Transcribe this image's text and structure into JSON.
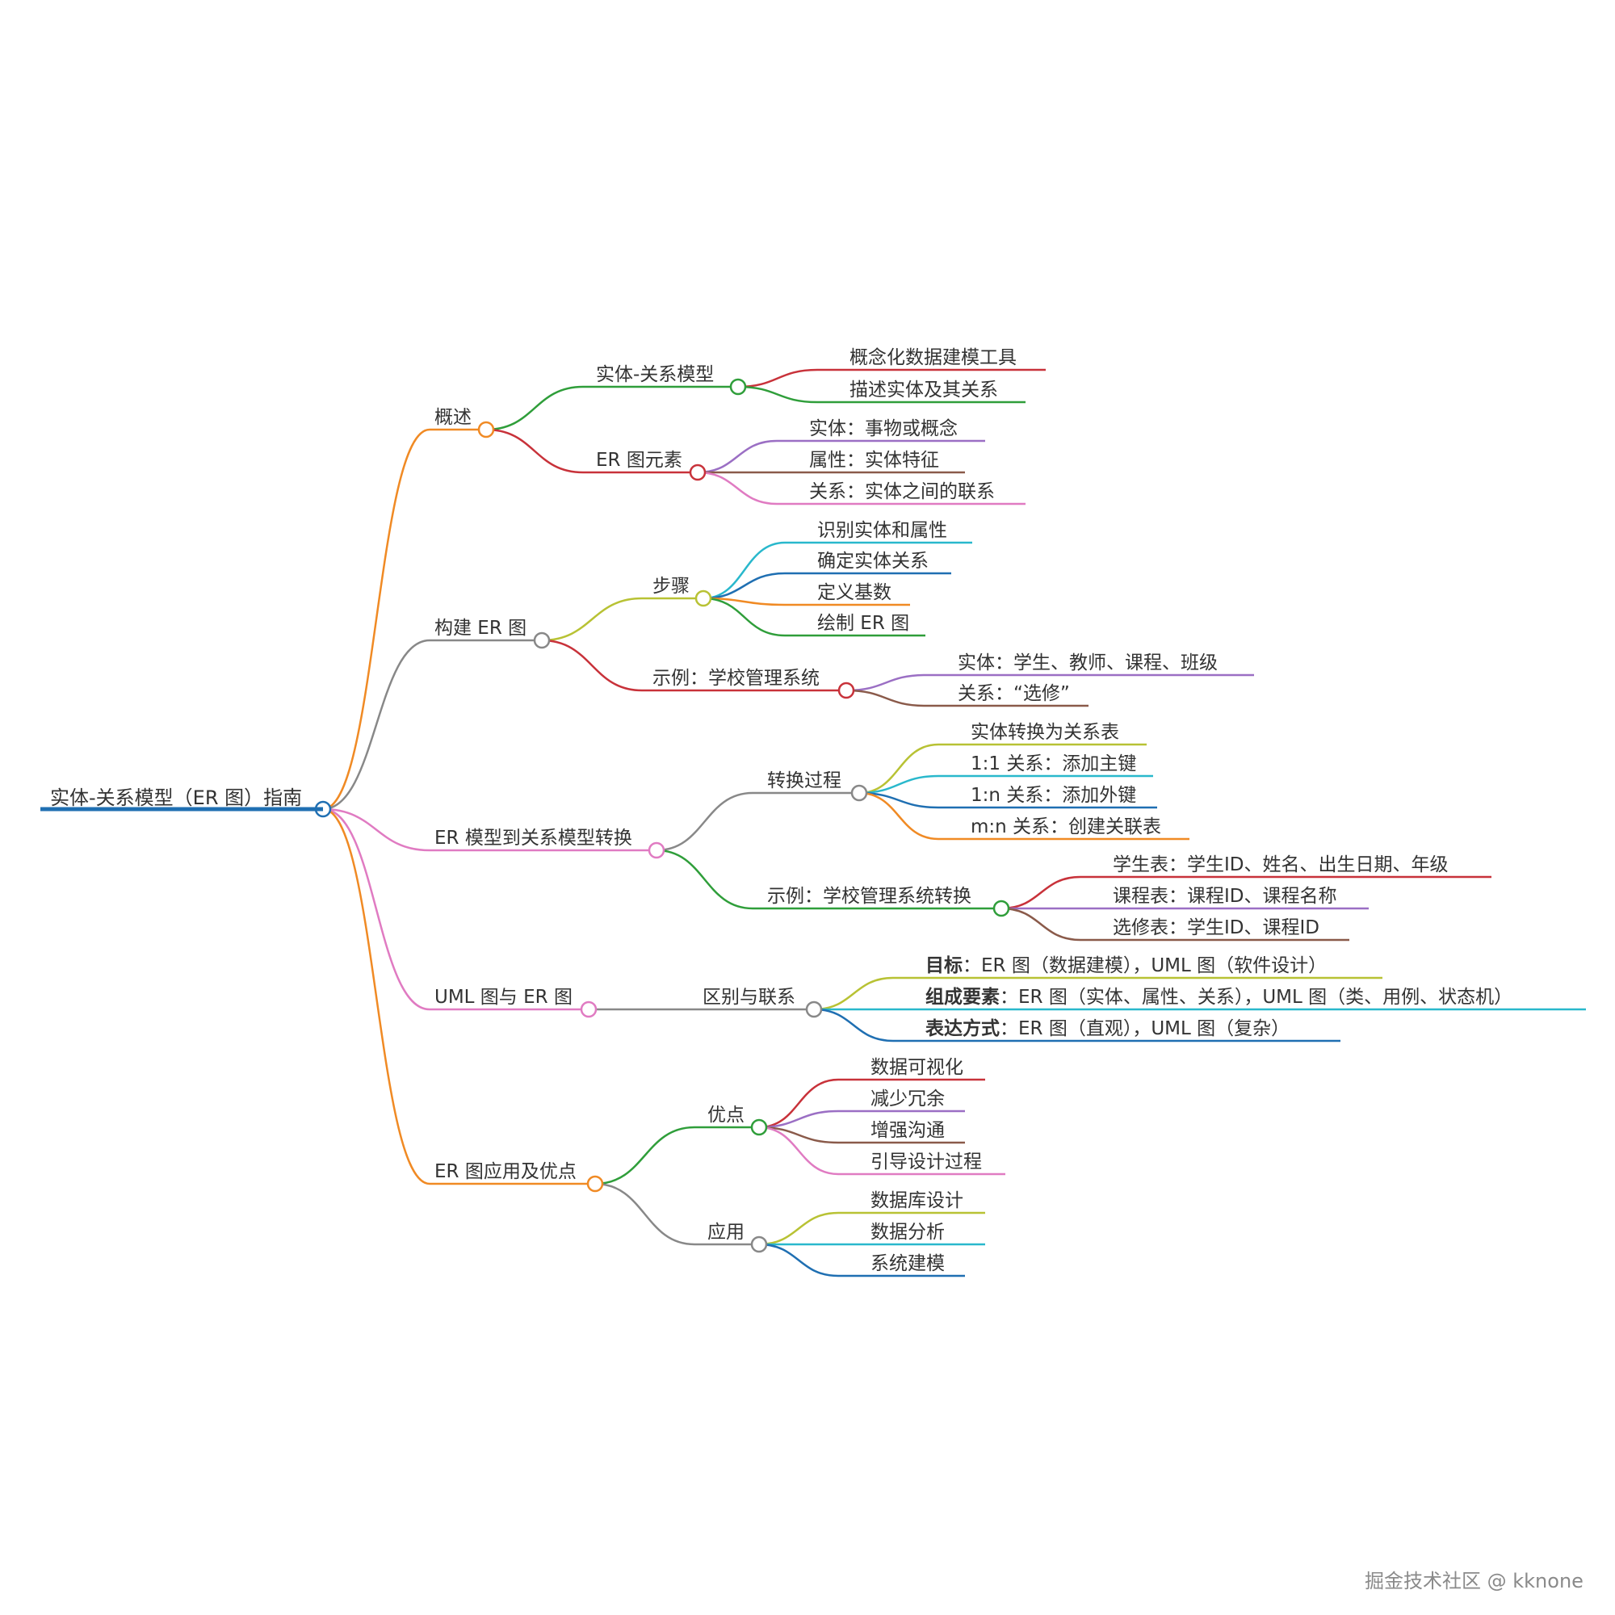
{
  "root": {
    "label": "实体-关系模型（ER 图）指南",
    "color": "#1f6fb2",
    "children": [
      {
        "label": "概述",
        "color": "#f08a24",
        "children": [
          {
            "label": "实体-关系模型",
            "color": "#2f9e3a",
            "children": [
              {
                "label": "概念化数据建模工具",
                "color": "#c8323a"
              },
              {
                "label": "描述实体及其关系",
                "color": "#2f9e3a"
              }
            ]
          },
          {
            "label": "ER 图元素",
            "color": "#c8323a",
            "children": [
              {
                "label": "实体：事物或概念",
                "color": "#9b6fc4"
              },
              {
                "label": "属性：实体特征",
                "color": "#8a5a4a"
              },
              {
                "label": "关系：实体之间的联系",
                "color": "#e07bc2"
              }
            ]
          }
        ]
      },
      {
        "label": "构建 ER 图",
        "color": "#888888",
        "children": [
          {
            "label": "步骤",
            "color": "#b8c234",
            "children": [
              {
                "label": "识别实体和属性",
                "color": "#29b8cc"
              },
              {
                "label": "确定实体关系",
                "color": "#1f6fb2"
              },
              {
                "label": "定义基数",
                "color": "#f08a24"
              },
              {
                "label": "绘制 ER 图",
                "color": "#2f9e3a"
              }
            ]
          },
          {
            "label": "示例：学校管理系统",
            "color": "#c8323a",
            "children": [
              {
                "label": "实体：学生、教师、课程、班级",
                "color": "#9b6fc4"
              },
              {
                "label": "关系：“选修”",
                "color": "#8a5a4a"
              }
            ]
          }
        ]
      },
      {
        "label": "ER 模型到关系模型转换",
        "color": "#e07bc2",
        "children": [
          {
            "label": "转换过程",
            "color": "#888888",
            "children": [
              {
                "label": "实体转换为关系表",
                "color": "#b8c234"
              },
              {
                "label": "1:1 关系：添加主键",
                "color": "#29b8cc"
              },
              {
                "label": "1:n 关系：添加外键",
                "color": "#1f6fb2"
              },
              {
                "label": "m:n 关系：创建关联表",
                "color": "#f08a24"
              }
            ]
          },
          {
            "label": "示例：学校管理系统转换",
            "color": "#2f9e3a",
            "children": [
              {
                "label": "学生表：学生ID、姓名、出生日期、年级",
                "color": "#c8323a"
              },
              {
                "label": "课程表：课程ID、课程名称",
                "color": "#9b6fc4"
              },
              {
                "label": "选修表：学生ID、课程ID",
                "color": "#8a5a4a"
              }
            ]
          }
        ]
      },
      {
        "label": "UML 图与 ER 图",
        "color": "#e07bc2",
        "children": [
          {
            "label": "区别与联系",
            "color": "#888888",
            "children": [
              {
                "bold": "目标",
                "label": "：ER 图（数据建模），UML 图（软件设计）",
                "color": "#b8c234"
              },
              {
                "bold": "组成要素",
                "label": "：ER 图（实体、属性、关系），UML 图（类、用例、状态机）",
                "color": "#29b8cc"
              },
              {
                "bold": "表达方式",
                "label": "：ER 图（直观），UML 图（复杂）",
                "color": "#1f6fb2"
              }
            ]
          }
        ]
      },
      {
        "label": "ER 图应用及优点",
        "color": "#f08a24",
        "children": [
          {
            "label": "优点",
            "color": "#2f9e3a",
            "children": [
              {
                "label": "数据可视化",
                "color": "#c8323a"
              },
              {
                "label": "减少冗余",
                "color": "#9b6fc4"
              },
              {
                "label": "增强沟通",
                "color": "#8a5a4a"
              },
              {
                "label": "引导设计过程",
                "color": "#e07bc2"
              }
            ]
          },
          {
            "label": "应用",
            "color": "#888888",
            "children": [
              {
                "label": "数据库设计",
                "color": "#b8c234"
              },
              {
                "label": "数据分析",
                "color": "#29b8cc"
              },
              {
                "label": "系统建模",
                "color": "#1f6fb2"
              }
            ]
          }
        ]
      }
    ]
  },
  "watermark": "掘金技术社区 @ kknone"
}
